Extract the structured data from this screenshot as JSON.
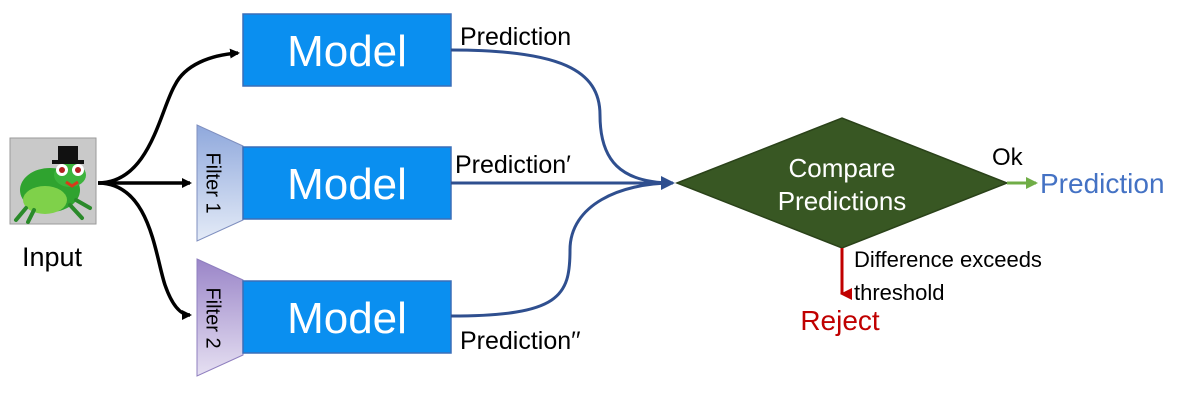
{
  "input": {
    "label": "Input",
    "image": "frog-with-top-hat-icon"
  },
  "branches": [
    {
      "filter": "",
      "model_label": "Model",
      "prediction_label": "Prediction"
    },
    {
      "filter": "Filter 1",
      "model_label": "Model",
      "prediction_label": "Prediction′"
    },
    {
      "filter": "Filter 2",
      "model_label": "Model",
      "prediction_label": "Prediction′′"
    }
  ],
  "compare": {
    "line1": "Compare",
    "line2": "Predictions"
  },
  "ok": {
    "label": "Ok",
    "output": "Prediction"
  },
  "reject": {
    "condition_line1": "Difference exceeds",
    "condition_line2": "threshold",
    "label": "Reject"
  },
  "colors": {
    "model_fill": "#0a8ff0",
    "compare_fill": "#385723",
    "ok_arrow": "#70ad47",
    "reject_arrow": "#c00000",
    "flow_line": "#2f4f8f",
    "output_text": "#4472c4",
    "filter1_fill": "#b4c7e7",
    "filter2_fill": "#b4a7d6"
  }
}
